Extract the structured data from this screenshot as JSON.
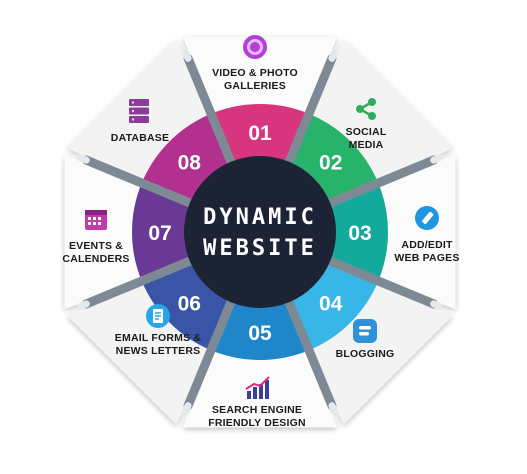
{
  "center": {
    "line1": "DYNAMIC",
    "line2": "WEBSITE",
    "color": "#1b2334"
  },
  "segments": [
    {
      "number": "01",
      "label": "VIDEO & PHOTO\nGALLERIES",
      "color": "#d8357f",
      "icon": "video-photo-icon"
    },
    {
      "number": "02",
      "label": "SOCIAL\nMEDIA",
      "color": "#27b36a",
      "icon": "share-icon"
    },
    {
      "number": "03",
      "label": "ADD/EDIT\nWEB PAGES",
      "color": "#13a99b",
      "icon": "edit-page-icon"
    },
    {
      "number": "04",
      "label": "BLOGGING",
      "color": "#38b6e8",
      "icon": "blogger-icon"
    },
    {
      "number": "05",
      "label": "SEARCH ENGINE\nFRIENDLY DESIGN",
      "color": "#1f86c9",
      "icon": "seo-chart-icon"
    },
    {
      "number": "06",
      "label": "EMAIL FORMS &\nNEWS LETTERS",
      "color": "#3a55a8",
      "icon": "email-form-icon"
    },
    {
      "number": "07",
      "label": "EVENTS &\nCALENDERS",
      "color": "#6a3996",
      "icon": "calendar-icon"
    },
    {
      "number": "08",
      "label": "DATABASE",
      "color": "#b2308e",
      "icon": "database-icon"
    }
  ]
}
